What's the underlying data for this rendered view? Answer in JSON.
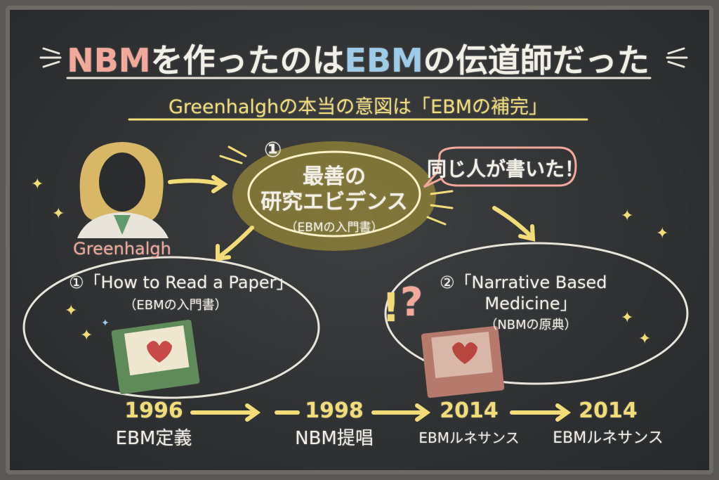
{
  "title": {
    "nbm": "NBM",
    "mid": "を作ったのは",
    "ebm": "EBM",
    "end": "の伝道師だった"
  },
  "subtitle": "Greenhalghの本当の意図は「EBMの補完」",
  "person_label": "Greenhalgh",
  "center": {
    "number": "①",
    "line1": "最善の",
    "line2": "研究エビデンス",
    "note": "（EBMの入門書）"
  },
  "bubble": "同じ人が書いた！",
  "left_book": {
    "number": "①",
    "title": "「How to Read a Paper」",
    "note": "（EBMの入門書）"
  },
  "right_book": {
    "number": "②",
    "title1": "「Narrative Based",
    "title2": "Medicine」",
    "note": "（NBMの原典）"
  },
  "exclaim": {
    "bang": "!",
    "question": "?"
  },
  "timeline": [
    {
      "year": "1996",
      "label": "EBM定義"
    },
    {
      "year": "1998",
      "label": "NBM提唱"
    },
    {
      "year": "2014",
      "label": "EBMルネサンス"
    },
    {
      "year": "2014",
      "label": "EBMルネサンス"
    }
  ],
  "colors": {
    "pink": "#f2a89a",
    "blue": "#9ecbe8",
    "yellow": "#f2dc78",
    "white": "#f2efe6",
    "green_book": "#5f8a5a",
    "red_book": "#b57a6c"
  }
}
